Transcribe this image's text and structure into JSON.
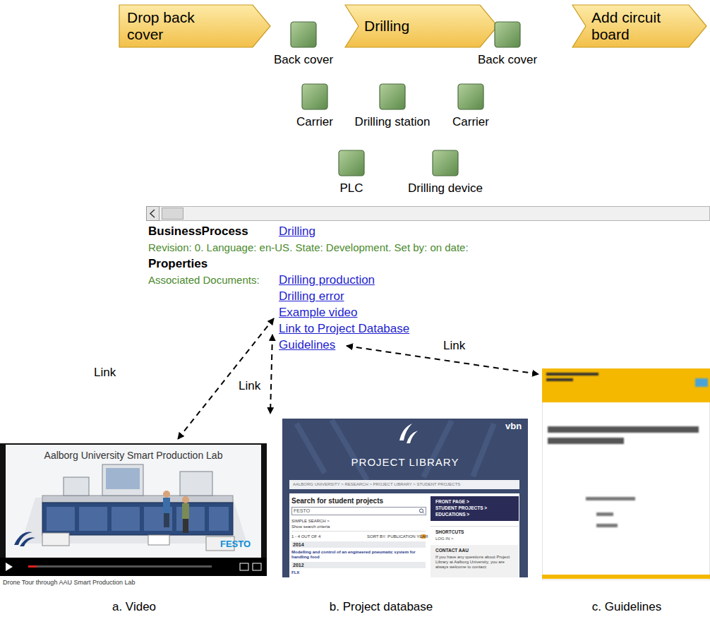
{
  "diagram": {
    "nodes": [
      {
        "text": [
          "Drop back cover"
        ]
      },
      {
        "text": [
          "Back cover"
        ]
      },
      {
        "text": [
          "Drilling"
        ]
      },
      {
        "text": [
          "Back cover"
        ]
      },
      {
        "text": [
          "Add circuit board"
        ]
      },
      {
        "text": [
          "Carrier"
        ]
      },
      {
        "text": [
          "Drilling station"
        ]
      },
      {
        "text": [
          "Carrier"
        ]
      },
      {
        "text": [
          "PLC"
        ]
      },
      {
        "text": [
          "Drilling device"
        ]
      },
      {
        "text": [
          "BusinessProcess",
          "Drilling",
          "Revision: 0. Language: en-US. State: Development. Set by: on date:",
          "Properties",
          "Associated Documents:",
          "Drilling production",
          "Drilling error",
          "Example video",
          "Link to Project Database",
          "Guidelines"
        ]
      }
    ],
    "labels": [
      "Link",
      "Link",
      "Link",
      "Aalborg University Smart Production Lab",
      "FESTO",
      "Drone Tour through AAU Smart Production Lab",
      "vbn",
      "PROJECT LIBRARY",
      "AALBORG UNIVERSITY > RESEARCH > PROJECT LIBRARY > STUDENT PROJECTS",
      "Search for student projects",
      "FESTO",
      "SIMPLE SEARCH >",
      "Show search criteria",
      "1 - 4 OUT OF 4",
      "SORT BY: PUBLICATION YEAR",
      "2014",
      "Modelling and control of an engineered pneumatic system for handling food",
      "2012",
      "FLX",
      "FRONT PAGE >",
      "STUDENT PROJECTS >",
      "EDUCATIONS >",
      "SHORTCUTS",
      "LOG IN >",
      "CONTACT AAU",
      "If you have any questions about Project Library at Aalborg University, you are always welcome to contact:",
      "a. Video",
      "b. Project database",
      "c. Guidelines"
    ]
  }
}
